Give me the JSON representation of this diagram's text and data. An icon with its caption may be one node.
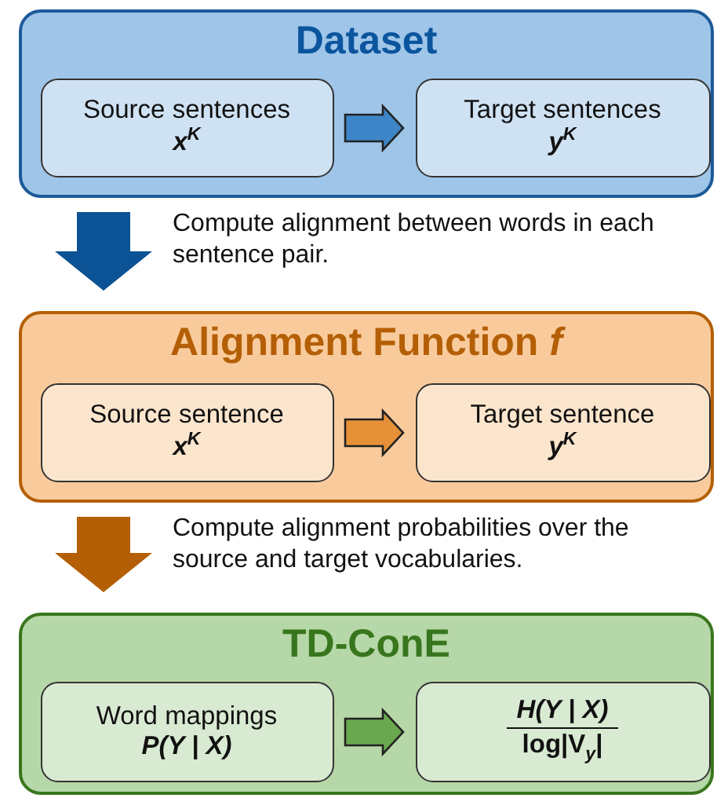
{
  "diagram": {
    "nodes": [
      {
        "text": [
          "Dataset"
        ]
      },
      {
        "text": [
          "Source sentences",
          "x$^{K}$"
        ],
        "in": 0
      },
      {
        "text": [
          "Target sentences",
          "y$^{K}$"
        ],
        "in": 0
      },
      {
        "text": [
          "Alignment Function *f*"
        ]
      },
      {
        "text": [
          "Source sentence",
          "x$^{K}$"
        ],
        "in": 3
      },
      {
        "text": [
          "Target sentence",
          "y$^{K}$"
        ],
        "in": 3
      },
      {
        "text": [
          "TD-ConE"
        ]
      },
      {
        "text": [
          "Word mappings",
          "P(Y | X)"
        ],
        "in": 6
      },
      {
        "text": [
          "H(Y | X)",
          "log|V$_{y}$|"
        ],
        "in": 6
      }
    ],
    "edges": [
      {
        "from": 1,
        "to": 2,
        "arrow": "to",
        "color": "#3d85c6"
      },
      {
        "from": 0,
        "to": 3,
        "arrow": "to",
        "style": "thick",
        "color": "#0b5394",
        "label": "Compute alignment between words in each sentence pair."
      },
      {
        "from": 4,
        "to": 5,
        "arrow": "to",
        "color": "#e69138"
      },
      {
        "from": 3,
        "to": 6,
        "arrow": "to",
        "style": "thick",
        "color": "#b45f06",
        "label": "Compute alignment probabilities over the source and target vocabularies."
      },
      {
        "from": 7,
        "to": 8,
        "arrow": "to",
        "color": "#6aa84f"
      }
    ]
  }
}
